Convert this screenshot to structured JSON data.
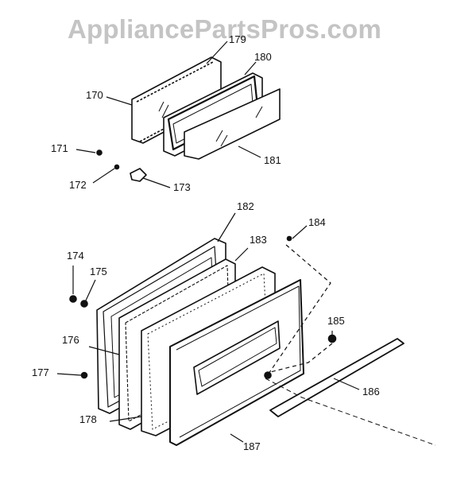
{
  "watermark": "AppliancePartsPros.com",
  "callouts": [
    "170",
    "171",
    "172",
    "173",
    "174",
    "175",
    "176",
    "177",
    "178",
    "179",
    "180",
    "181",
    "182",
    "183",
    "184",
    "185",
    "186",
    "187"
  ]
}
